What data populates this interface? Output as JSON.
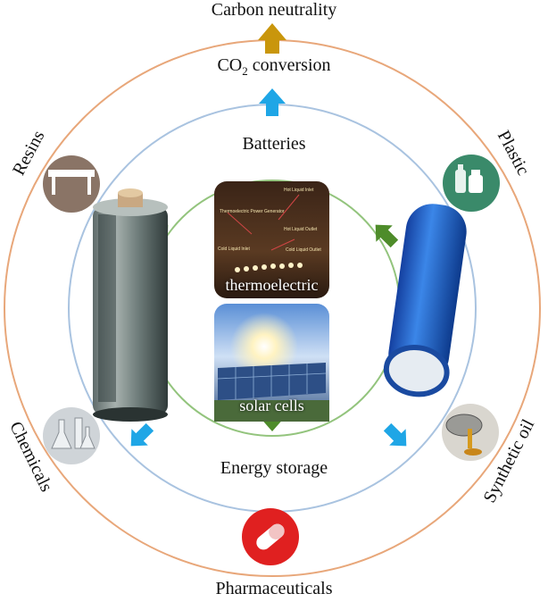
{
  "labels": {
    "outer_top": "Carbon neutrality",
    "co2_prefix": "CO",
    "co2_sub": "2",
    "co2_suffix": " conversion",
    "batteries": "Batteries",
    "energy_storage": "Energy storage",
    "pharmaceuticals": "Pharmaceuticals",
    "resins": "Resins",
    "plastic": "Plastic",
    "chemicals": "Chemicals",
    "synthetic_oil": "Synthetic oil",
    "thermoelectric": "thermoelectric",
    "solar_cells": "solar cells"
  },
  "thermo_panel_labels": {
    "hot_liquid_inlet": "Hot Liquid Inlet",
    "thermoelectric_power_generator": "Thermoelectric Power Generator",
    "hot_liquid_outlet": "Hot Liquid Outlet",
    "cold_liquid_inlet": "Cold Liquid Inlet",
    "cold_liquid_outlet": "Cold Liquid Outlet"
  },
  "colors": {
    "outer_ring": "#e8a77a",
    "middle_ring": "#a9c3e0",
    "inner_ring": "#93c47d",
    "blue_arrow": "#1fa6e6",
    "gold_arrow": "#c9960c",
    "green_arrow": "#4e8c2a",
    "icon_bg": "#d9d9d9",
    "pill_red": "#e02020",
    "blue_battery": "#1f5fbf"
  },
  "icons": [
    "gold-arrow-icon",
    "blue-arrow-icon",
    "green-arrow-icon",
    "table-icon",
    "bottles-icon",
    "flask-icon",
    "oil-pour-icon",
    "pill-icon",
    "aa-battery-icon",
    "cylinder-battery-icon"
  ]
}
